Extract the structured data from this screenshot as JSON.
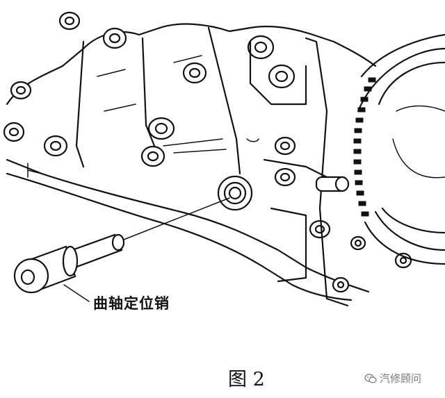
{
  "figure": {
    "callout_label": "曲轴定位销",
    "caption": "图 2"
  },
  "watermark": {
    "text": "汽修顾问",
    "icon": "wechat-icon"
  }
}
